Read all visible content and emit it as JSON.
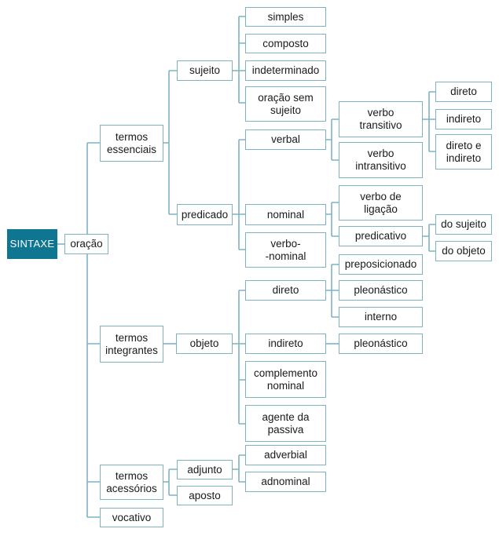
{
  "colors": {
    "root_fill": "#0e7690",
    "line": "#7fb3c4",
    "box_border": "#7fb3c4"
  },
  "nodes": {
    "sintaxe": "SINTAXE",
    "oracao": "oração",
    "termos_essenciais": "termos\nessenciais",
    "termos_integrantes": "termos\nintegrantes",
    "termos_acessorios": "termos\nacessórios",
    "vocativo": "vocativo",
    "sujeito": "sujeito",
    "predicado": "predicado",
    "objeto": "objeto",
    "adjunto": "adjunto",
    "aposto": "aposto",
    "simples": "simples",
    "composto": "composto",
    "indeterminado": "indeterminado",
    "oracao_sem_sujeito": "oração sem\nsujeito",
    "verbal": "verbal",
    "nominal": "nominal",
    "verbo_nominal": "verbo-\n-nominal",
    "obj_direto": "direto",
    "obj_indireto": "indireto",
    "complemento_nominal": "complemento\nnominal",
    "agente_da_passiva": "agente da\npassiva",
    "adverbial": "adverbial",
    "adnominal": "adnominal",
    "verbo_transitivo": "verbo\ntransitivo",
    "verbo_intransitivo": "verbo\nintransitivo",
    "verbo_de_ligacao": "verbo de\nligação",
    "predicativo": "predicativo",
    "preposicionado": "preposicionado",
    "pleonastico_direto": "pleonástico",
    "interno": "interno",
    "pleonastico_indireto": "pleonástico",
    "vt_direto": "direto",
    "vt_indireto": "indireto",
    "direto_e_indireto": "direto e\nindireto",
    "do_sujeito": "do sujeito",
    "do_objeto": "do objeto"
  }
}
